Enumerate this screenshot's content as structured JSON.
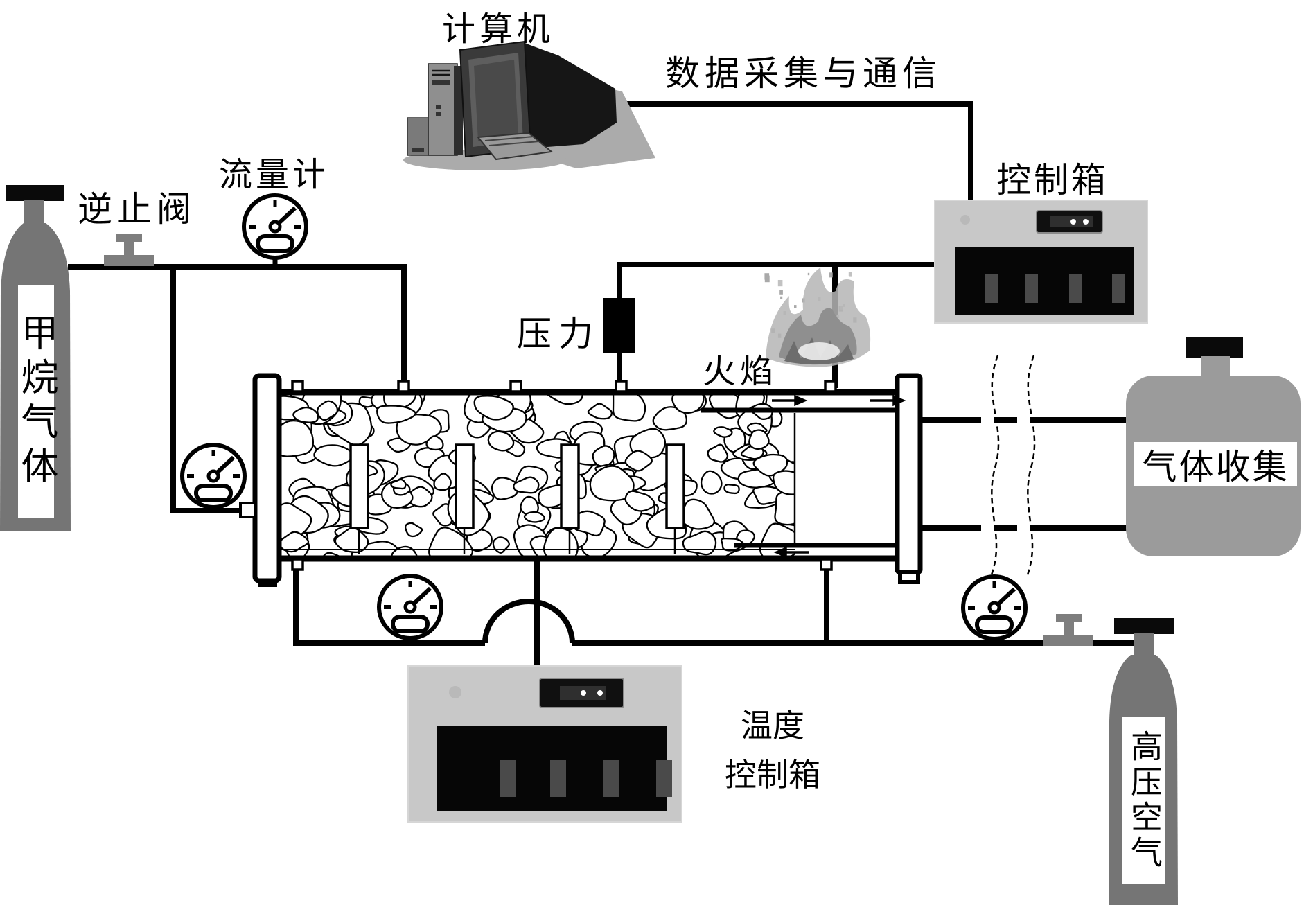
{
  "labels": {
    "computer": "计算机",
    "data_acquisition": "数据采集与通信",
    "check_valve": "逆止阀",
    "flow_meter": "流量计",
    "control_box": "控制箱",
    "pressure": "压力",
    "flame": "火焰",
    "gas_collection": "气体收集",
    "methane_gas": "甲烷气体",
    "high_pressure_air": "高压空气",
    "temp_box_line1": "温度",
    "temp_box_line2": "控制箱"
  },
  "icons": {
    "computer": "desktop-computer-icon",
    "gauges": "pressure-gauge-icon",
    "valves": "t-valve-icon",
    "flame": "flame-icon",
    "cylinders": "gas-cylinder-icon",
    "tank": "collection-tank-icon"
  },
  "flow_arrows": {
    "top_channel": "right",
    "bottom_channel": "left"
  },
  "colors": {
    "line": "#000000",
    "cylinder_gray": "#757575",
    "valve_gray": "#7e7e7e",
    "box_gray": "#c8c8c8",
    "panel_black": "#060606",
    "slot_gray": "#4a4a4a",
    "tank_gray": "#9b9b9b",
    "background": "#ffffff"
  }
}
